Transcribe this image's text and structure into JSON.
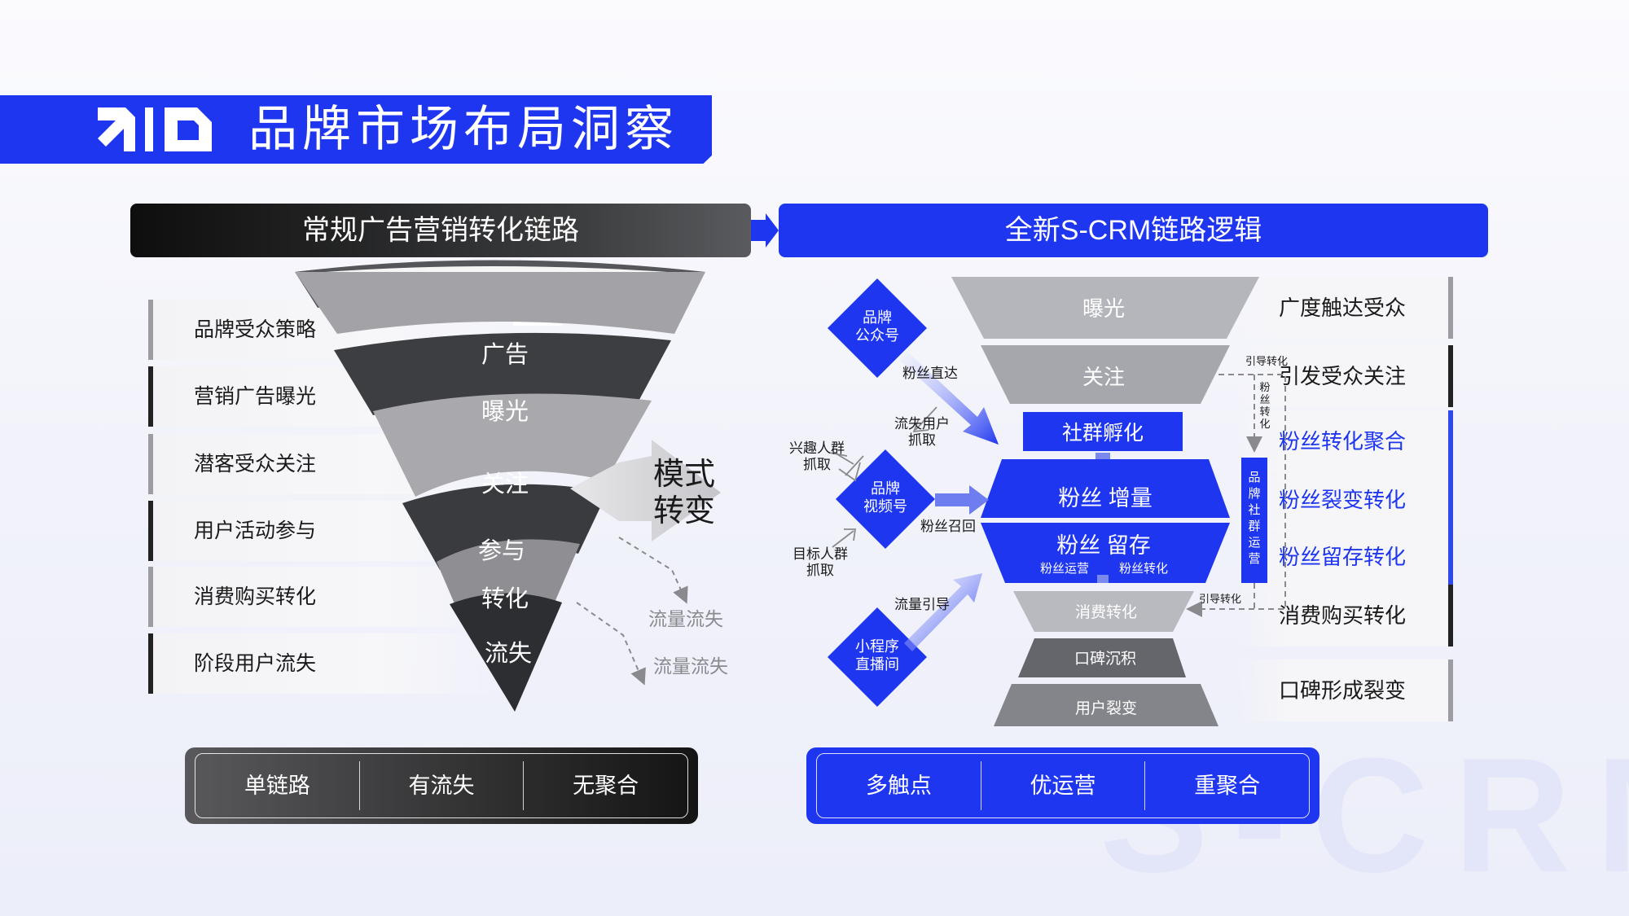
{
  "page": {
    "title": "品牌市场布局洞察",
    "watermark": "S-CRM"
  },
  "colors": {
    "brand_blue": "#1f36f0",
    "dark": "#1a1a1a",
    "gray": "#9c9ca2"
  },
  "left": {
    "header": "常规广告营销转化链路",
    "stages": [
      "品牌受众策略",
      "营销广告曝光",
      "潜客受众关注",
      "用户活动参与",
      "消费购买转化",
      "阶段用户流失"
    ],
    "funnel_layers": [
      "广告",
      "曝光",
      "关注",
      "参与",
      "转化",
      "流失"
    ],
    "shift_label": [
      "模式",
      "转变"
    ],
    "loss_labels": [
      "流量流失",
      "流量流失"
    ],
    "summary": [
      "单链路",
      "有流失",
      "无聚合"
    ]
  },
  "right": {
    "header": "全新S-CRM链路逻辑",
    "funnel": {
      "exposure": "曝光",
      "attention": "关注",
      "incubation": "社群孵化",
      "fan_growth": "粉丝 增量",
      "fan_retention": "粉丝 留存",
      "fan_ops": "粉丝运营",
      "fan_conversion": "粉丝转化",
      "consume": "消费转化",
      "reputation": "口碑沉积",
      "fission": "用户裂变"
    },
    "sources": [
      {
        "label": [
          "品牌",
          "公众号"
        ]
      },
      {
        "label": [
          "品牌",
          "视频号"
        ]
      },
      {
        "label": [
          "小程序",
          "直播间"
        ]
      }
    ],
    "flow_labels": {
      "direct": "粉丝直达",
      "lost_capture": [
        "流失用户",
        "抓取"
      ],
      "interest_capture": [
        "兴趣人群",
        "抓取"
      ],
      "target_capture": [
        "目标人群",
        "抓取"
      ],
      "recall": "粉丝召回",
      "traffic_guide": "流量引导",
      "guide_convert_top": "引导转化",
      "guide_convert_bottom": "引导转化",
      "fan_convert_vertical": [
        "粉",
        "丝",
        "转",
        "化"
      ],
      "community_ops": [
        "品",
        "牌",
        "社",
        "群",
        "运",
        "营"
      ]
    },
    "results": [
      "广度触达受众",
      "引发受众关注",
      "粉丝转化聚合",
      "粉丝裂变转化",
      "粉丝留存转化",
      "消费购买转化",
      "口碑形成裂变"
    ],
    "summary": [
      "多触点",
      "优运营",
      "重聚合"
    ]
  }
}
